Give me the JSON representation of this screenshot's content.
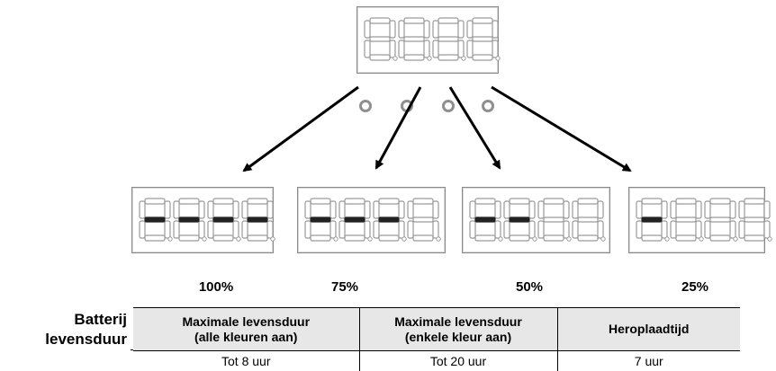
{
  "diagram": {
    "top_display": {
      "segments_lit": 0
    },
    "indicator_leds": 4,
    "levels": [
      {
        "percent": "100%",
        "segments_lit": 4
      },
      {
        "percent": "75%",
        "segments_lit": 3
      },
      {
        "percent": "50%",
        "segments_lit": 2
      },
      {
        "percent": "25%",
        "segments_lit": 1
      }
    ]
  },
  "table": {
    "row_label_line1": "Batterij",
    "row_label_line2": "levensduur",
    "headers": [
      {
        "line1": "Maximale levensduur",
        "line2": "(alle kleuren aan)"
      },
      {
        "line1": "Maximale levensduur",
        "line2": "(enkele kleur aan)"
      },
      {
        "line1": "Heroplaadtijd",
        "line2": ""
      }
    ],
    "values": [
      "Tot 8 uur",
      "Tot 20 uur",
      "7 uur"
    ]
  },
  "colors": {
    "segment_outline": "#9a9a9a",
    "segment_lit": "#222222",
    "header_fill": "#e7e7e7"
  }
}
